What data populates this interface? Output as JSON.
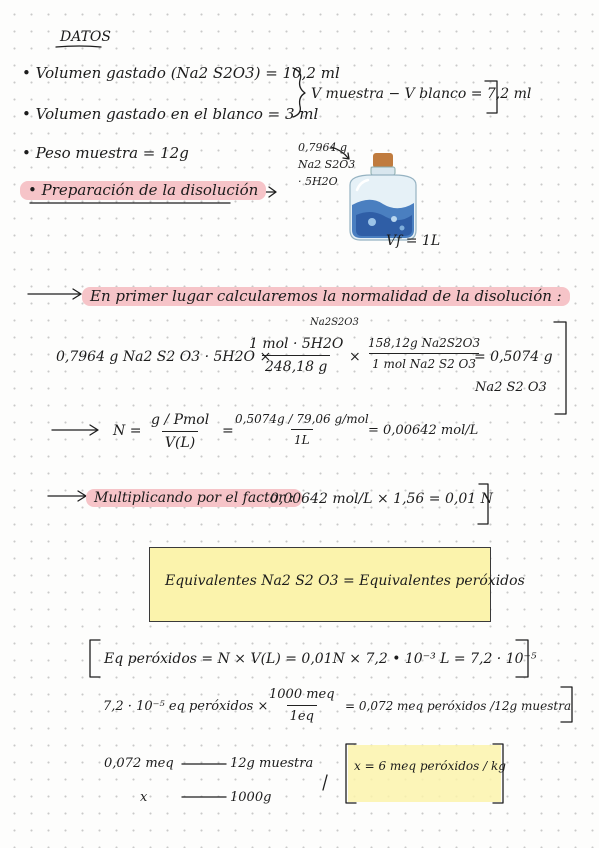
{
  "datos": {
    "title": "DATOS",
    "vol_gastado": "• Volumen gastado (Na2 S2O3) = 10,2 ml",
    "vol_blanco": "• Volumen gastado en el blanco = 3 ml",
    "peso": "• Peso muestra = 12g",
    "prep": "• Preparación de la disolución",
    "v_muestra": "V muestra − V blanco = 7,2 ml",
    "salt_mass": "0,7964 g",
    "salt_formula": "Na2 S2O3",
    "salt_water": "· 5H2O",
    "vf": "Vf = 1L"
  },
  "section1": {
    "heading": "En primer lugar calcularemos la normalidad de la disolución :",
    "mass_start": "0,7964 g  Na2 S2 O3 · 5H2O  ×",
    "top_label": "Na2S2O3",
    "f1_num": "1 mol  · 5H2O",
    "f1_den": "248,18 g",
    "times": "×",
    "f2_num": "158,12g Na2S2O3",
    "f2_den": "1 mol Na2 S2 O3",
    "result": "= 0,5074 g",
    "result_unit": "Na2 S2 O3",
    "n_label": "N =",
    "n1_num": "g / Pmol",
    "n1_den": "V(L)",
    "n2_num": "0,5074g / 79,06 g/mol",
    "n2_den": "1L",
    "n_result": "= 0,00642 mol/L"
  },
  "section2": {
    "heading": "Multiplicando por el factor :",
    "calc": "0,00642 mol/L × 1,56 = 0,01 N"
  },
  "equiv_box": {
    "text": "Equivalentes  Na2 S2 O3  =  Equivalentes  peróxidos"
  },
  "eq_line": {
    "text": "Eq peróxidos  =  N × V(L) = 0,01N × 7,2 • 10⁻³ L = 7,2 · 10⁻⁵"
  },
  "meq_line": {
    "start": "7,2 · 10⁻⁵ eq peróxidos ×",
    "num": "1000 meq",
    "den": "1eq",
    "result": "= 0,072 meq peróxidos /12g muestra"
  },
  "rule": {
    "a1": "0,072 meq",
    "b1": "12g muestra",
    "a2": "x",
    "b2": "1000g",
    "answer": "x = 6 meq peróxidos / kg"
  }
}
